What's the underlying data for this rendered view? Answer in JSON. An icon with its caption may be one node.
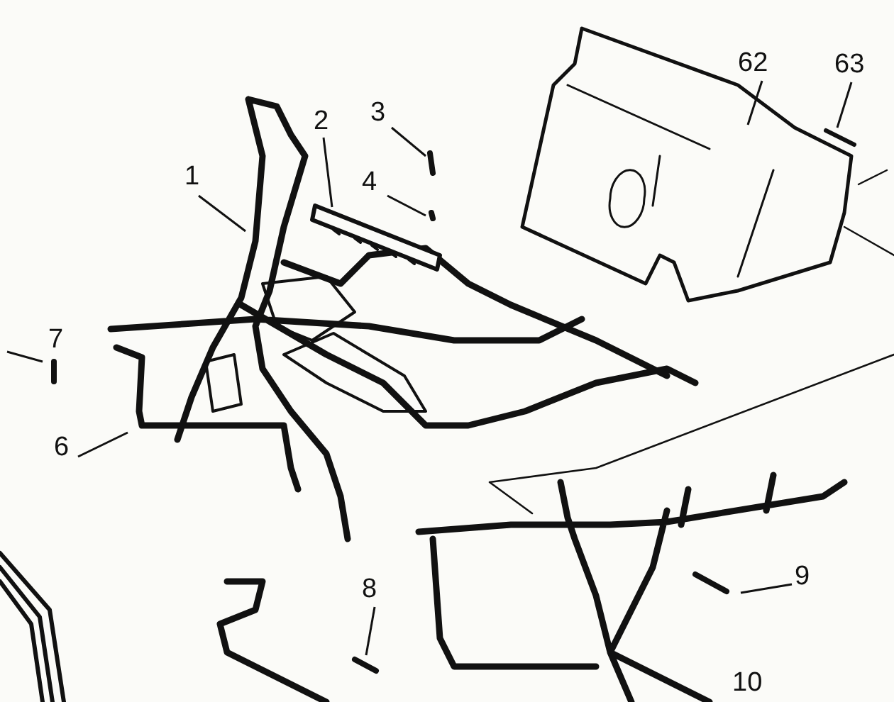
{
  "diagram": {
    "nodes": [
      {
        "text": [
          "62"
        ]
      },
      {
        "text": [
          "63"
        ]
      },
      {
        "text": [
          "3"
        ]
      },
      {
        "text": [
          "2"
        ]
      },
      {
        "text": [
          "1"
        ]
      },
      {
        "text": [
          "4"
        ]
      },
      {
        "text": [
          "7"
        ]
      },
      {
        "text": [
          "6"
        ]
      },
      {
        "text": [
          "9"
        ]
      },
      {
        "text": [
          "8"
        ]
      },
      {
        "text": [
          "10"
        ]
      }
    ],
    "edges": [
      {
        "from": 0,
        "to": null,
        "arrow": "none"
      },
      {
        "from": 1,
        "to": null,
        "arrow": "none"
      },
      {
        "from": 2,
        "to": null,
        "arrow": "none"
      },
      {
        "from": 3,
        "to": null,
        "arrow": "none"
      },
      {
        "from": 4,
        "to": null,
        "arrow": "none"
      },
      {
        "from": 5,
        "to": null,
        "arrow": "none"
      },
      {
        "from": 6,
        "to": null,
        "arrow": "none"
      },
      {
        "from": 7,
        "to": null,
        "arrow": "none"
      },
      {
        "from": 8,
        "to": null,
        "arrow": "none"
      },
      {
        "from": 9,
        "to": null,
        "arrow": "none"
      }
    ]
  }
}
